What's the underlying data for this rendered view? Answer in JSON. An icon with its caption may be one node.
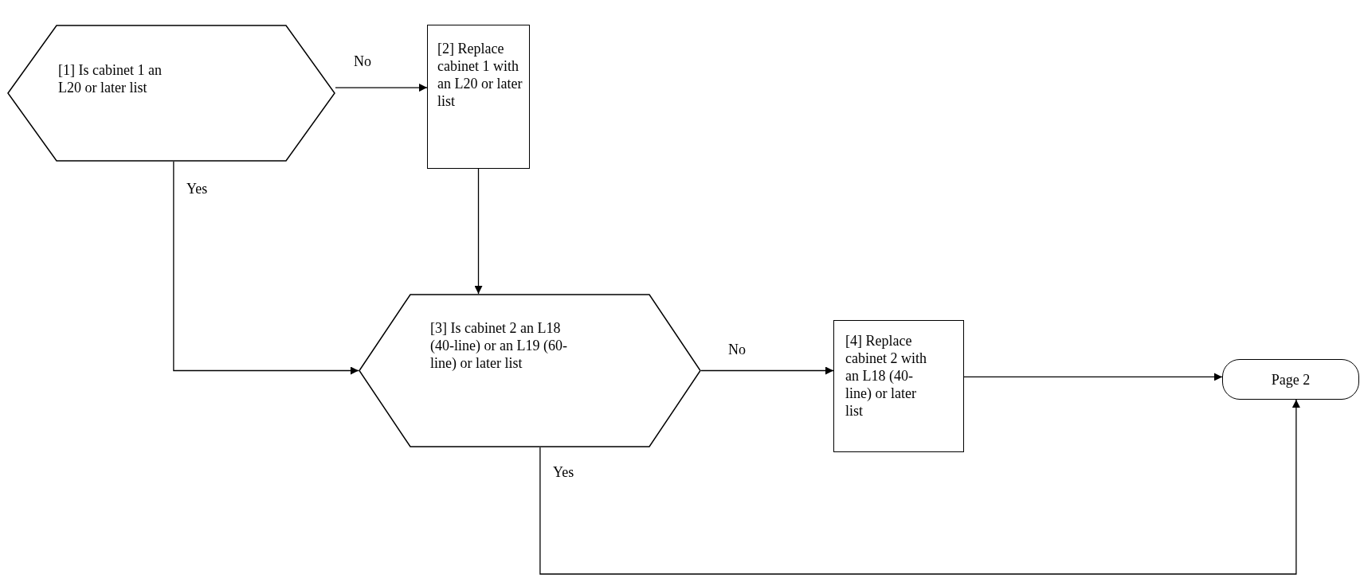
{
  "diagram": {
    "nodes": [
      {
        "text": [
          "[1] Is cabinet 1 an L20 or later list"
        ]
      },
      {
        "text": [
          "[2] Replace cabinet 1 with an L20 or later list"
        ]
      },
      {
        "text": [
          "[3] Is cabinet 2 an L18 (40-line) or an L19 (60-line) or later list"
        ]
      },
      {
        "text": [
          "[4] Replace cabinet 2 with an L18 (40-line) or later list"
        ]
      },
      {
        "text": [
          "Page 2"
        ]
      }
    ],
    "edges": [
      {
        "from": 0,
        "to": 1,
        "arrow": "to",
        "label": "No"
      },
      {
        "from": 1,
        "to": 2,
        "arrow": "to"
      },
      {
        "from": 0,
        "to": 2,
        "arrow": "to",
        "label": "Yes"
      },
      {
        "from": 2,
        "to": 3,
        "arrow": "to",
        "label": "No"
      },
      {
        "from": 3,
        "to": 4,
        "arrow": "to"
      },
      {
        "from": 2,
        "to": 4,
        "arrow": "to",
        "label": "Yes"
      }
    ]
  }
}
